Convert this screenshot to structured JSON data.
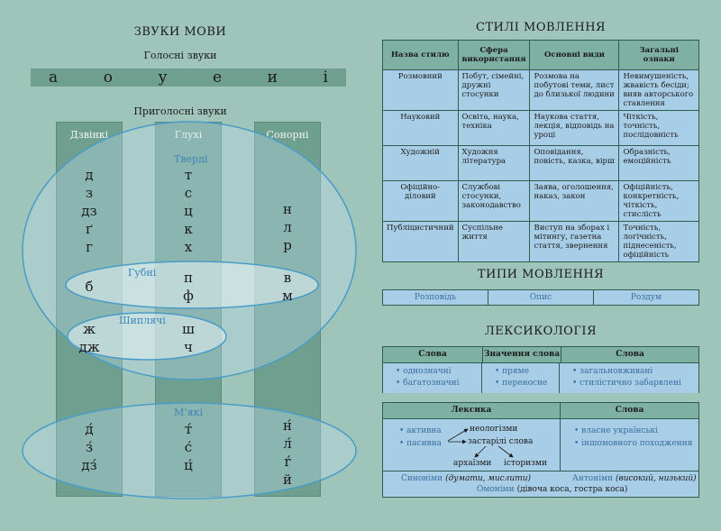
{
  "left": {
    "title": "ЗВУКИ  МОВИ",
    "vowels_title": "Голосні звуки",
    "vowels": [
      "а",
      "о",
      "у",
      "е",
      "и",
      "і"
    ],
    "consonants_title": "Приголосні звуки",
    "columns": [
      "Дзвінкі",
      "Глухі",
      "Сонорні"
    ],
    "groups": {
      "hard": "Тверді",
      "labial": "Губні",
      "hushing": "Шиплячі",
      "soft": "М’які"
    },
    "hard": {
      "voiced": [
        "д",
        "з",
        "дз",
        "ґ",
        "г"
      ],
      "voiceless": [
        "т",
        "с",
        "ц",
        "к",
        "х"
      ],
      "sonorant": [
        "н",
        "л",
        "р"
      ]
    },
    "labial": {
      "voiced": [
        "б"
      ],
      "voiceless": [
        "п",
        "ф"
      ],
      "sonorant": [
        "в",
        "м"
      ]
    },
    "hushing": {
      "voiced": [
        "ж",
        "дж"
      ],
      "voiceless": [
        "ш",
        "ч"
      ]
    },
    "soft": {
      "voiced": [
        "д́",
        "з́",
        "дз́"
      ],
      "voiceless": [
        "т́",
        "с́",
        "ц́"
      ],
      "sonorant": [
        "н́",
        "л́",
        "ŕ",
        "й"
      ]
    }
  },
  "styles": {
    "title": "СТИЛІ МОВЛЕННЯ",
    "headers": [
      "Назва стилю",
      "Сфера використання",
      "Основні види",
      "Загальні ознаки"
    ],
    "rows": [
      [
        "Розмовний",
        "Побут, сімейні, дружні стосунки",
        "Розмова на побутові теми, лист до близької людини",
        "Невимушеність, жвавість бесіди; вияв авторського ставлення"
      ],
      [
        "Науковий",
        "Освіта, наука, техніка",
        "Наукова стаття, лекція, відповідь на уроці",
        "Чіткість, точність, послідовність"
      ],
      [
        "Художній",
        "Художня література",
        "Оповідання, повість, казка, вірш",
        "Образність, емоційність"
      ],
      [
        "Офіційно-діловий",
        "Службові стосунки, законодавство",
        "Заява, оголошення, наказ, закон",
        "Офіційність, конкретність, чіткість, стислість"
      ],
      [
        "Публіцистичний",
        "Суспільне життя",
        "Виступ на зборах і мітингу, газетна стаття, звернення",
        "Точність, логічність, піднесеність, офіційність"
      ]
    ]
  },
  "types": {
    "title": "ТИПИ МОВЛЕННЯ",
    "items": [
      "Розповідь",
      "Опис",
      "Роздум"
    ]
  },
  "lexicology": {
    "title": "ЛЕКСИКОЛОГІЯ",
    "table1": {
      "headers": [
        "Слова",
        "Значення слова",
        "Слова"
      ],
      "col1": [
        "однозначні",
        "багатозначні"
      ],
      "col2": [
        "пряме",
        "переносне"
      ],
      "col3": [
        "загальновживані",
        "стилістично забарвлені"
      ]
    },
    "table2": {
      "headers": [
        "Лексика",
        "Слова"
      ],
      "left": [
        "активна",
        "пасивна"
      ],
      "neo": "неологізми",
      "obsolete": "застарілі слова",
      "archaisms": "архаїзми",
      "historisms": "історизми",
      "right": [
        "власне українські",
        "іншомовного походження"
      ],
      "synonyms_label": "Синоніми",
      "synonyms_ex": "(думати, мислити)",
      "antonyms_label": "Антоніми",
      "antonyms_ex": "(високий, низький)",
      "homonyms_label": "Омоніми",
      "homonyms_ex": "(дівоча коса, гостра коса)"
    }
  }
}
